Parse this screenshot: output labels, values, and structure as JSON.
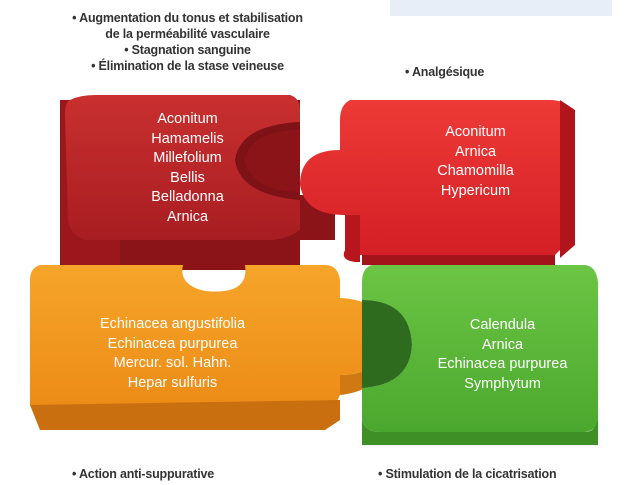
{
  "captions": {
    "top_left": [
      "• Augmentation du tonus et stabilisation",
      "de la perméabilité vasculaire",
      "• Stagnation sanguine",
      "• Élimination de la stase veineuse"
    ],
    "top_right": "• Analgésique",
    "bottom_left": "• Action anti-suppurative",
    "bottom_right": "• Stimulation de la cicatrisation"
  },
  "pieces": {
    "top_left": {
      "color": "#c0272d",
      "items": [
        "Aconitum",
        "Hamamelis",
        "Millefolium",
        "Bellis",
        "Belladonna",
        "Arnica"
      ]
    },
    "top_right": {
      "color": "#e2242b",
      "items": [
        "Aconitum",
        "Arnica",
        "Chamomilla",
        "Hypericum"
      ]
    },
    "bottom_left": {
      "color": "#f39a1f",
      "items": [
        "Echinacea angustifolia",
        "Echinacea purpurea",
        "Mercur. sol. Hahn.",
        "Hepar sulfuris"
      ]
    },
    "bottom_right": {
      "color": "#5cb83a",
      "items": [
        "Calendula",
        "Arnica",
        "Echinacea purpurea",
        "Symphytum"
      ]
    }
  }
}
